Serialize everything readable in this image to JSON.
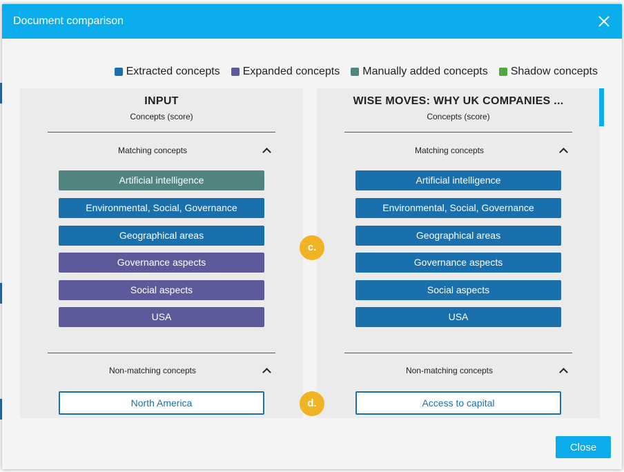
{
  "modal": {
    "title": "Document comparison",
    "close_button": "Close"
  },
  "legend": [
    {
      "label": "Extracted concepts",
      "color": "#1a6fad"
    },
    {
      "label": "Expanded concepts",
      "color": "#5d5a9b"
    },
    {
      "label": "Manually added concepts",
      "color": "#4f8480"
    },
    {
      "label": "Shadow concepts",
      "color": "#4ea83a"
    }
  ],
  "left_panel": {
    "title": "INPUT",
    "subtitle": "Concepts (score)",
    "matching_label": "Matching concepts",
    "nonmatching_label": "Non-matching concepts",
    "matching": [
      {
        "label": "Artificial intelligence",
        "color": "#4f8480"
      },
      {
        "label": "Environmental, Social, Governance",
        "color": "#1a6fad"
      },
      {
        "label": "Geographical areas",
        "color": "#1a6fad"
      },
      {
        "label": "Governance aspects",
        "color": "#5d5a9b"
      },
      {
        "label": "Social aspects",
        "color": "#5d5a9b"
      },
      {
        "label": "USA",
        "color": "#5d5a9b"
      }
    ],
    "nonmatching": [
      {
        "label": "North America"
      }
    ]
  },
  "right_panel": {
    "title": "WISE MOVES: WHY UK COMPANIES ...",
    "subtitle": "Concepts (score)",
    "matching_label": "Matching concepts",
    "nonmatching_label": "Non-matching concepts",
    "matching": [
      {
        "label": "Artificial intelligence",
        "color": "#1a6fad"
      },
      {
        "label": "Environmental, Social, Governance",
        "color": "#1a6fad"
      },
      {
        "label": "Geographical areas",
        "color": "#1a6fad"
      },
      {
        "label": "Governance aspects",
        "color": "#1a6fad"
      },
      {
        "label": "Social aspects",
        "color": "#1a6fad"
      },
      {
        "label": "USA",
        "color": "#1a6fad"
      }
    ],
    "nonmatching": [
      {
        "label": "Access to capital"
      }
    ]
  },
  "markers": {
    "c": "c.",
    "d": "d."
  }
}
